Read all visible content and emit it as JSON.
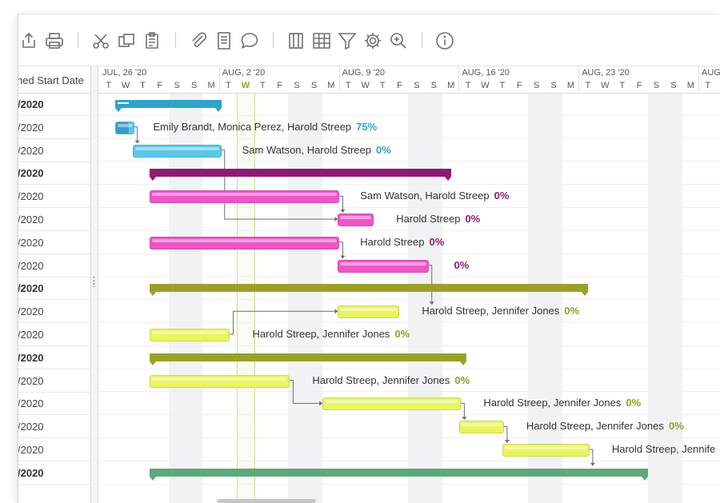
{
  "left_header": "ned Start Date",
  "left_rows": [
    {
      "label": "/2020",
      "bold": true
    },
    {
      "label": "/2020",
      "bold": false
    },
    {
      "label": "/2020",
      "bold": false
    },
    {
      "label": "/2020",
      "bold": true
    },
    {
      "label": "/2020",
      "bold": false
    },
    {
      "label": "/2020",
      "bold": false
    },
    {
      "label": "/2020",
      "bold": false
    },
    {
      "label": "/2020",
      "bold": false
    },
    {
      "label": "/2020",
      "bold": true
    },
    {
      "label": "/2020",
      "bold": false
    },
    {
      "label": "/2020",
      "bold": false
    },
    {
      "label": "/2020",
      "bold": true
    },
    {
      "label": "/2020",
      "bold": false
    },
    {
      "label": "/2020",
      "bold": false
    },
    {
      "label": "/2020",
      "bold": false
    },
    {
      "label": "/2020",
      "bold": false
    },
    {
      "label": "/2020",
      "bold": true
    }
  ],
  "timeline": {
    "weeks": [
      "JUL, 26 '20",
      "AUG, 2 '20",
      "AUG, 9 '20",
      "AUG, 16 '20",
      "AUG, 23 '20",
      "AUG,"
    ],
    "days": [
      "T",
      "W",
      "T",
      "F",
      "S",
      "S",
      "M",
      "T",
      "W",
      "T",
      "F",
      "S",
      "S",
      "M",
      "T",
      "W",
      "T",
      "F",
      "S",
      "S",
      "M",
      "T",
      "W",
      "T",
      "F",
      "S",
      "S",
      "M",
      "T",
      "W",
      "T",
      "F",
      "S",
      "S",
      "M",
      "T"
    ],
    "today_index": 8
  },
  "toolbar": {
    "icons": [
      "export-icon",
      "print-icon",
      "cut-icon",
      "copy-icon",
      "paste-icon",
      "attachment-icon",
      "notes-icon",
      "comment-icon",
      "columns-icon",
      "grid-icon",
      "filter-icon",
      "settings-icon",
      "zoom-icon",
      "info-icon"
    ]
  },
  "colors": {
    "blue": "#59c7ea",
    "blue_summary": "#2fa3c9",
    "magenta": "#ee55c8",
    "magenta_summary": "#8e1a78",
    "olive": "#e8f55f",
    "olive_summary": "#9aa12a",
    "green_summary": "#5ea87a",
    "pct_blue": "#2fa3c9",
    "pct_magenta": "#8e1a78",
    "pct_olive": "#8aa52a"
  },
  "tasks": [
    {
      "type": "summary",
      "color": "blue_summary"
    },
    {
      "type": "task",
      "color": "blue",
      "progress": 0.75,
      "assignees": "Emily Brandt, Monica Perez, Harold Streep",
      "percent": "75%",
      "pct_color": "pct_blue"
    },
    {
      "type": "task",
      "color": "blue",
      "progress": 0,
      "assignees": "Sam Watson, Harold Streep",
      "percent": "0%",
      "pct_color": "pct_blue"
    },
    {
      "type": "summary",
      "color": "magenta_summary"
    },
    {
      "type": "task",
      "color": "magenta",
      "progress": 0,
      "assignees": "Sam Watson, Harold Streep",
      "percent": "0%",
      "pct_color": "pct_magenta"
    },
    {
      "type": "task",
      "color": "magenta",
      "progress": 0,
      "assignees": "Harold Streep",
      "percent": "0%",
      "pct_color": "pct_magenta"
    },
    {
      "type": "task",
      "color": "magenta",
      "progress": 0,
      "assignees": "Harold Streep",
      "percent": "0%",
      "pct_color": "pct_magenta"
    },
    {
      "type": "task",
      "color": "magenta",
      "progress": 0,
      "assignees": "",
      "percent": "0%",
      "pct_color": "pct_magenta"
    },
    {
      "type": "summary",
      "color": "olive_summary"
    },
    {
      "type": "task",
      "color": "olive",
      "progress": 0,
      "assignees": "Harold Streep, Jennifer Jones",
      "percent": "0%",
      "pct_color": "pct_olive"
    },
    {
      "type": "task",
      "color": "olive",
      "progress": 0,
      "assignees": "Harold Streep, Jennifer Jones",
      "percent": "0%",
      "pct_color": "pct_olive"
    },
    {
      "type": "summary",
      "color": "olive_summary"
    },
    {
      "type": "task",
      "color": "olive",
      "progress": 0,
      "assignees": "Harold Streep, Jennifer Jones",
      "percent": "0%",
      "pct_color": "pct_olive"
    },
    {
      "type": "task",
      "color": "olive",
      "progress": 0,
      "assignees": "Harold Streep, Jennifer Jones",
      "percent": "0%",
      "pct_color": "pct_olive"
    },
    {
      "type": "task",
      "color": "olive",
      "progress": 0,
      "assignees": "Harold Streep, Jennifer Jones",
      "percent": "0%",
      "pct_color": "pct_olive"
    },
    {
      "type": "task",
      "color": "olive",
      "progress": 0,
      "assignees": "Harold Streep, Jennife",
      "percent": "",
      "pct_color": "pct_olive"
    },
    {
      "type": "summary",
      "color": "green_summary"
    }
  ]
}
